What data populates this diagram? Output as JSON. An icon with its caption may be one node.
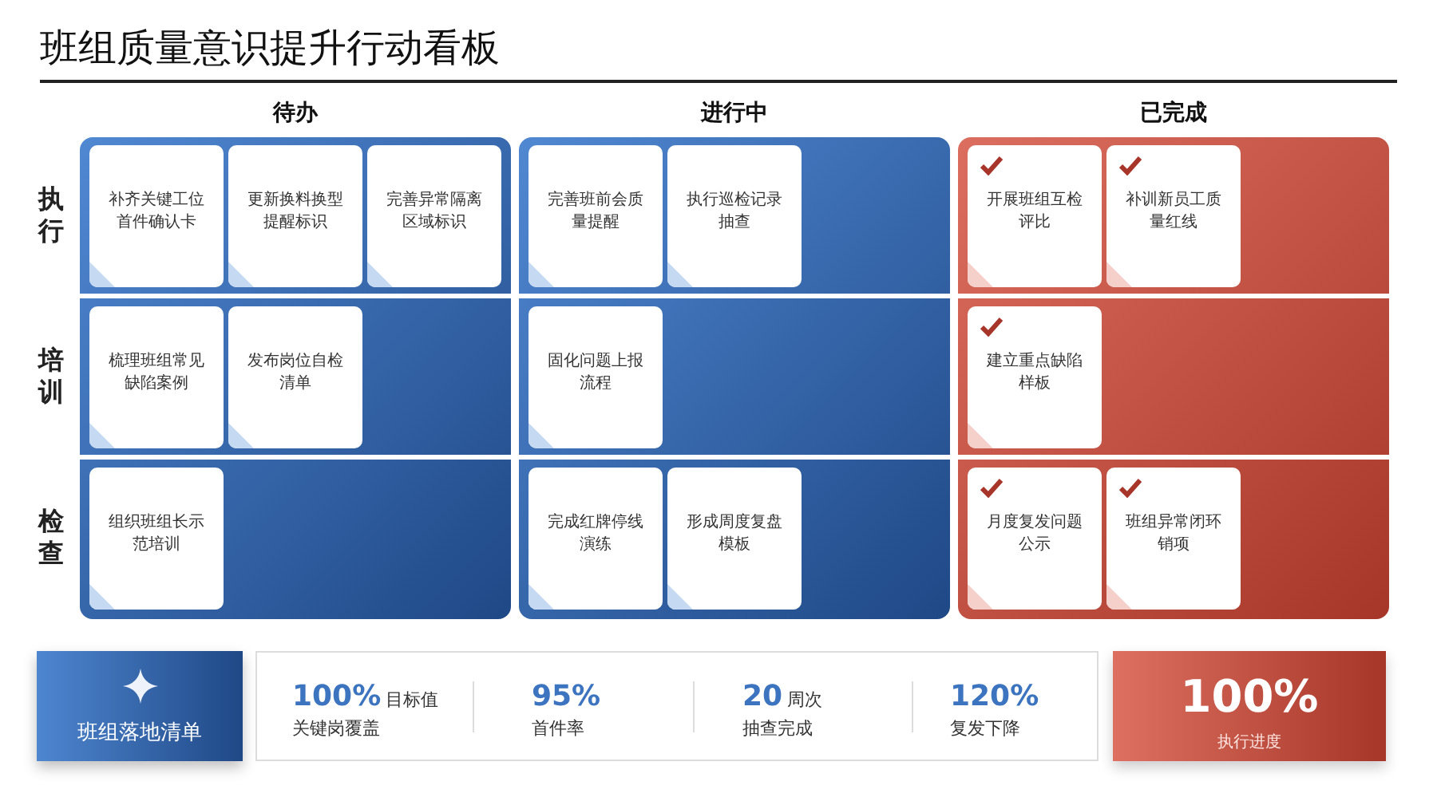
{
  "diagram": {
    "title": "班组质量意识提升行动看板",
    "nodes": [
      {
        "text": [
          "待办"
        ]
      },
      {
        "text": [
          "补齐关键工位首件确认卡"
        ],
        "in": 0
      },
      {
        "text": [
          "更新换料换型提醒标识"
        ],
        "in": 0
      },
      {
        "text": [
          "完善异常隔离区域标识"
        ],
        "in": 0
      },
      {
        "text": [
          "梳理班组常见缺陷案例"
        ],
        "in": 0
      },
      {
        "text": [
          "发布岗位自检清单"
        ],
        "in": 0
      },
      {
        "text": [
          "组织班组长示范培训"
        ],
        "in": 0
      },
      {
        "text": [
          "进行中"
        ]
      },
      {
        "text": [
          "完善班前会质量提醒"
        ],
        "in": 7
      },
      {
        "text": [
          "执行巡检记录抽查"
        ],
        "in": 7
      },
      {
        "text": [
          "固化问题上报流程"
        ],
        "in": 7
      },
      {
        "text": [
          "完成红牌停线演练"
        ],
        "in": 7
      },
      {
        "text": [
          "形成周度复盘模板"
        ],
        "in": 7
      },
      {
        "text": [
          "已完成"
        ]
      },
      {
        "text": [
          "开展班组互检评比"
        ],
        "in": 13
      },
      {
        "text": [
          "补训新员工质量红线"
        ],
        "in": 13
      },
      {
        "text": [
          "建立重点缺陷样板"
        ],
        "in": 13
      },
      {
        "text": [
          "月度复发问题公示"
        ],
        "in": 13
      },
      {
        "text": [
          "班组异常闭环销项"
        ],
        "in": 13
      },
      {
        "text": [
          "班组落地清单"
        ]
      },
      {
        "text": [],
        "shape": "box"
      },
      {
        "text": [
          "100%",
          "目标值",
          "关键岗覆盖"
        ],
        "in": 20
      },
      {
        "text": [
          "95%",
          "首件率"
        ],
        "in": 20
      },
      {
        "text": [
          "20",
          "周次",
          "抽查完成"
        ],
        "in": 20
      },
      {
        "text": [
          "120%",
          "复发下降"
        ],
        "in": 20
      },
      {
        "text": [
          "100%",
          "执行进度"
        ]
      }
    ],
    "edges": [],
    "labels": [
      "执行",
      "培训",
      "检查"
    ]
  }
}
